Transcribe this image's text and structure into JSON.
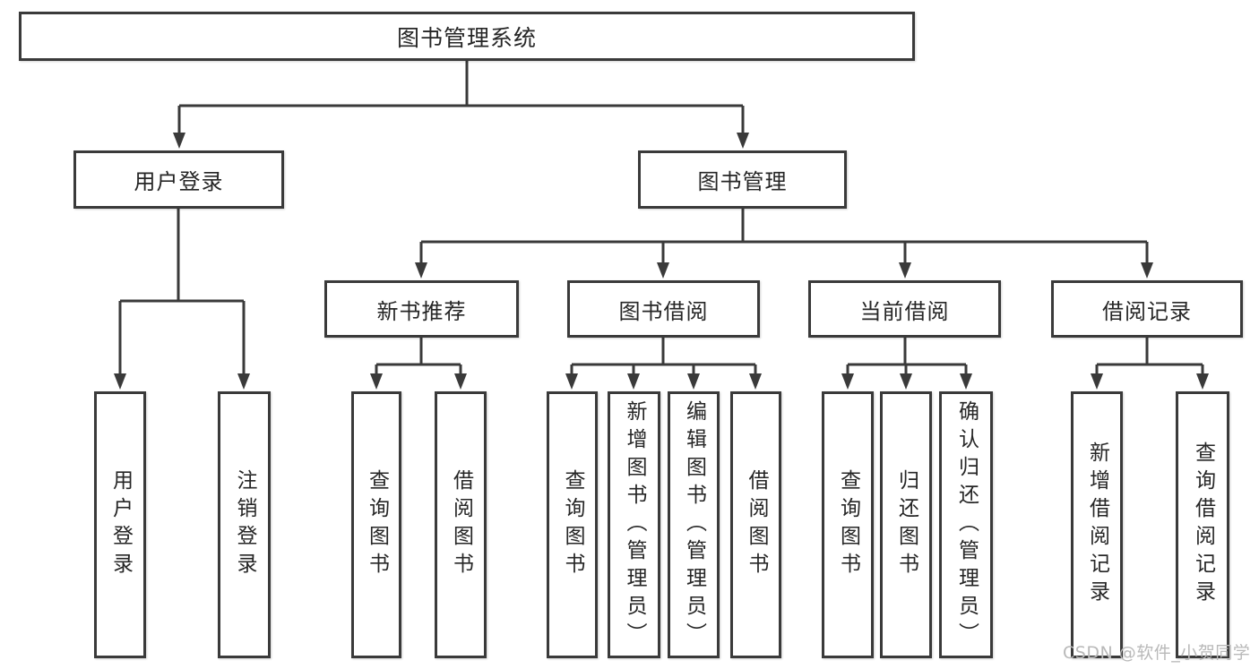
{
  "diagram": {
    "title": "图书管理系统",
    "level2": [
      "用户登录",
      "图书管理"
    ],
    "level3": [
      "新书推荐",
      "图书借阅",
      "当前借阅",
      "借阅记录"
    ],
    "user_login_children": [
      "用户登录",
      "注销登录"
    ],
    "new_book_children": [
      "查询图书",
      "借阅图书"
    ],
    "book_borrow_children": [
      "查询图书",
      "新增图书（管理员）",
      "编辑图书（管理员）",
      "借阅图书"
    ],
    "current_borrow_children": [
      "查询图书",
      "归还图书",
      "确认归还（管理员）"
    ],
    "borrow_record_children": [
      "新增借阅记录",
      "查询借阅记录"
    ]
  },
  "watermark": "CSDN @软件_小贺同学",
  "colors": {
    "line": "#3a3a3a",
    "text": "#262626",
    "watermark": "#b9b9b9",
    "background": "#ffffff"
  }
}
